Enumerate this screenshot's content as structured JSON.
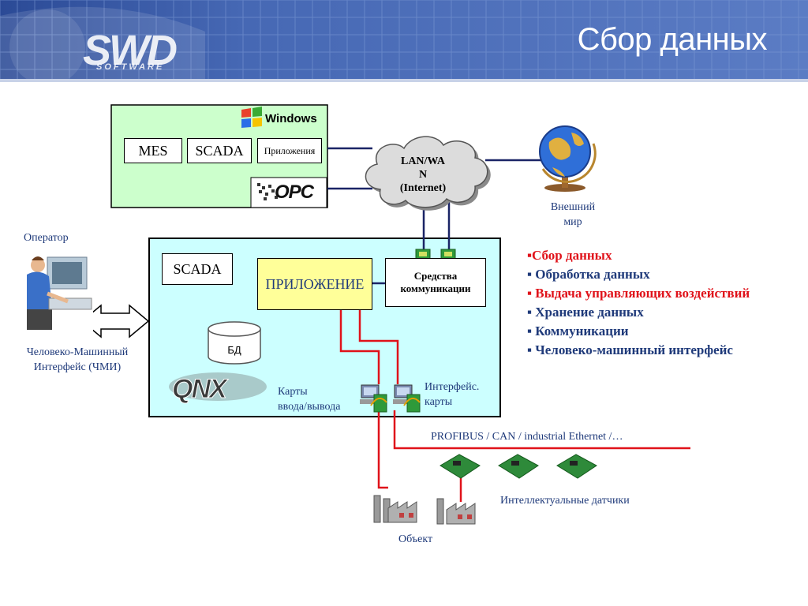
{
  "header": {
    "title": "Сбор данных",
    "logo": "SWD",
    "logo_sub": "SOFTWARE"
  },
  "windows_block": {
    "os_label": "Windows",
    "mes": "MES",
    "scada": "SCADA",
    "apps": "Приложения",
    "opc": "OPC"
  },
  "network": {
    "lan_line1": "LAN/WA",
    "lan_line2": "N",
    "lan_line3": "(Internet)",
    "world_line1": "Внешний",
    "world_line2": "мир"
  },
  "operator": {
    "label": "Оператор",
    "hmi_line1": "Человеко-Машинный",
    "hmi_line2": "Интерфейс (ЧМИ)"
  },
  "qnx_block": {
    "scada": "SCADA",
    "app": "ПРИЛОЖЕНИЕ",
    "comm_line1": "Средства",
    "comm_line2": "коммуникации",
    "db": "БД",
    "qnx": "QNX",
    "io_line1": "Карты",
    "io_line2": "ввода/вывода",
    "iface_line1": "Интерфейс.",
    "iface_line2": "карты"
  },
  "fieldbus": {
    "label": "PROFIBUS / CAN / industrial Ethernet /…",
    "sensors": "Интеллектуальные датчики",
    "object": "Объект"
  },
  "bullets": [
    "▪Сбор данных",
    "▪ Обработка данных",
    "▪ Выдача управляющих воздействий",
    "▪ Хранение данных",
    "▪ Коммуникации",
    "▪ Человеко-машинный интерфейс"
  ],
  "colors": {
    "header_blue": "#3a5ca8",
    "windows_bg": "#ccffcc",
    "qnx_bg": "#ccffff",
    "app_box": "#ffff99",
    "red_line": "#e0121a",
    "bullet_highlight": "#e0121a"
  }
}
